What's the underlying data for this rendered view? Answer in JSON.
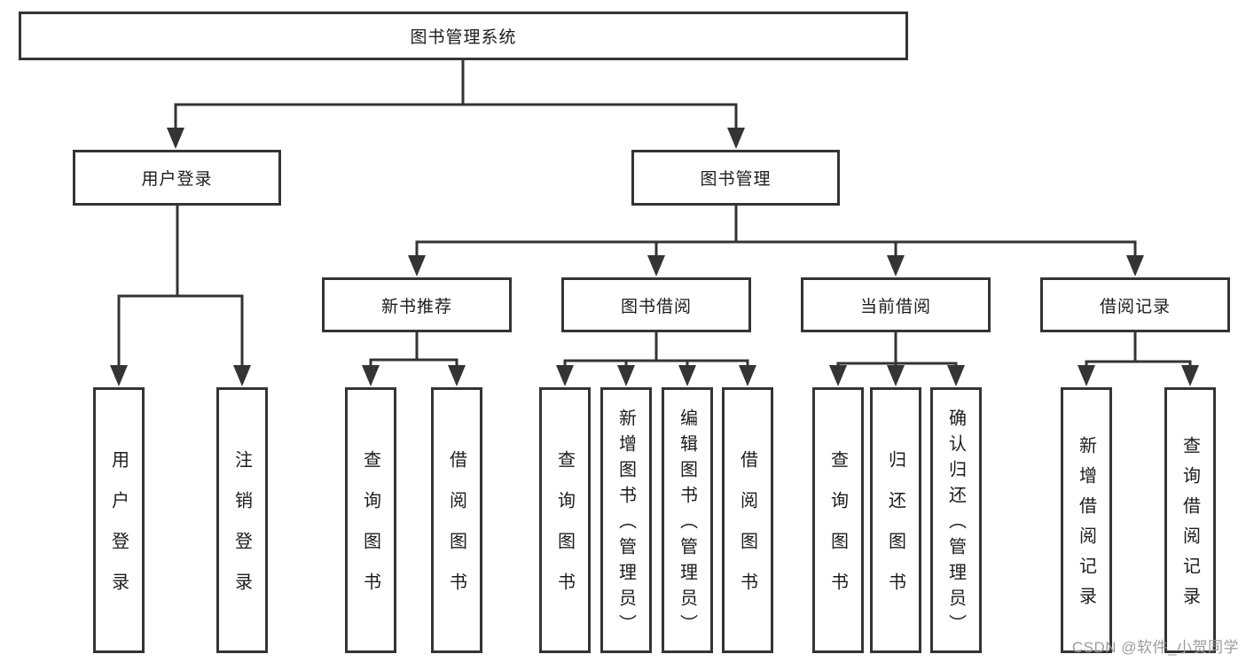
{
  "diagram": {
    "type": "tree",
    "root": {
      "label": "图书管理系统",
      "children": [
        {
          "label": "用户登录",
          "children": [
            {
              "label": "用户登录"
            },
            {
              "label": "注销登录"
            }
          ]
        },
        {
          "label": "图书管理",
          "children": [
            {
              "label": "新书推荐",
              "children": [
                {
                  "label": "查询图书"
                },
                {
                  "label": "借阅图书"
                }
              ]
            },
            {
              "label": "图书借阅",
              "children": [
                {
                  "label": "查询图书"
                },
                {
                  "label": "新增图书（管理员）"
                },
                {
                  "label": "编辑图书（管理员）"
                },
                {
                  "label": "借阅图书"
                }
              ]
            },
            {
              "label": "当前借阅",
              "children": [
                {
                  "label": "查询图书"
                },
                {
                  "label": "归还图书"
                },
                {
                  "label": "确认归还（管理员）"
                }
              ]
            },
            {
              "label": "借阅记录",
              "children": [
                {
                  "label": "新增借阅记录"
                },
                {
                  "label": "查询借阅记录"
                }
              ]
            }
          ]
        }
      ]
    }
  },
  "watermark": {
    "text": "CSDN @软件_小贺同学",
    "color": "#9c9c9c"
  },
  "colors": {
    "line": "#343434",
    "box_border": "#343434",
    "text": "#1c1c1c",
    "background": "#ffffff"
  }
}
